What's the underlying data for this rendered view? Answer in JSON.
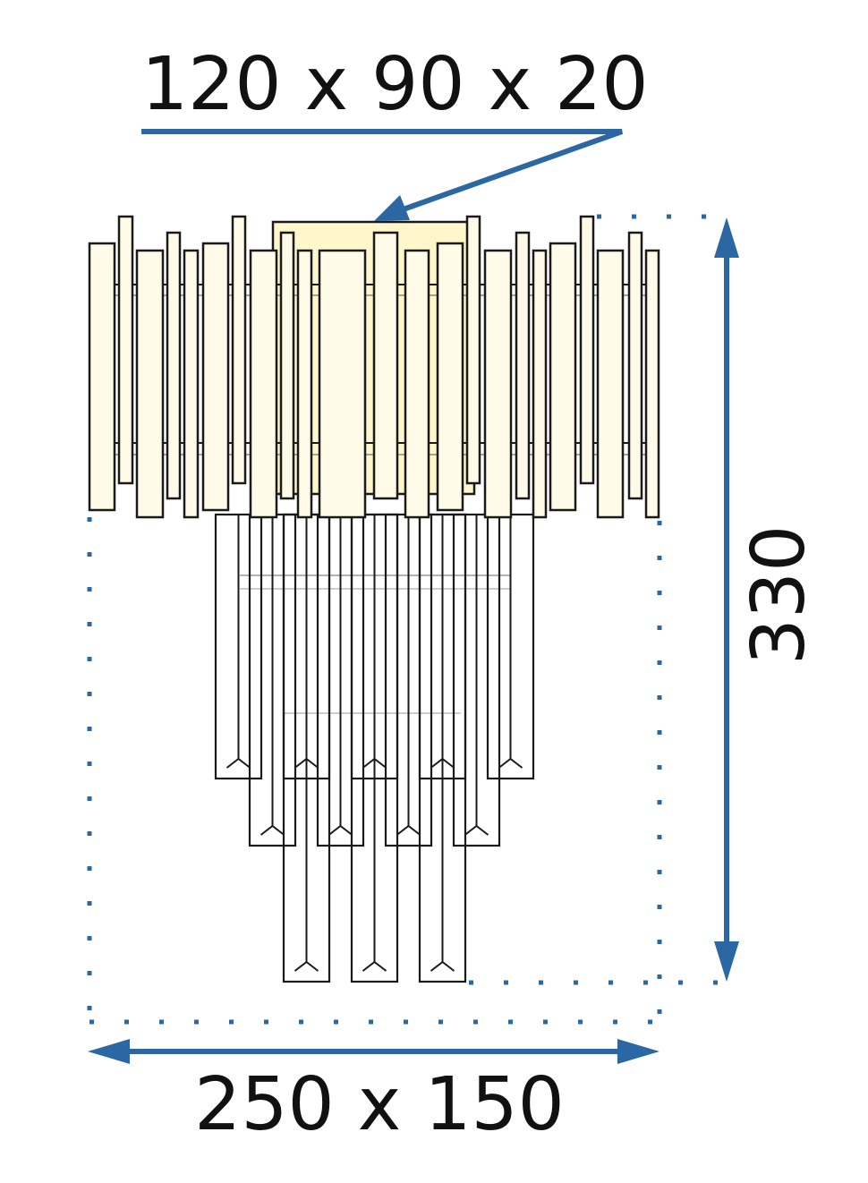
{
  "diagram": {
    "top_label": "120 x 90 x 20",
    "height_label": "330",
    "bottom_label": "250 x 150",
    "colors": {
      "accent": "#2b68a3",
      "crystal_fill": "#fffbe8",
      "plate_fill": "#fff6cc",
      "outline": "#1a1a1a"
    }
  }
}
